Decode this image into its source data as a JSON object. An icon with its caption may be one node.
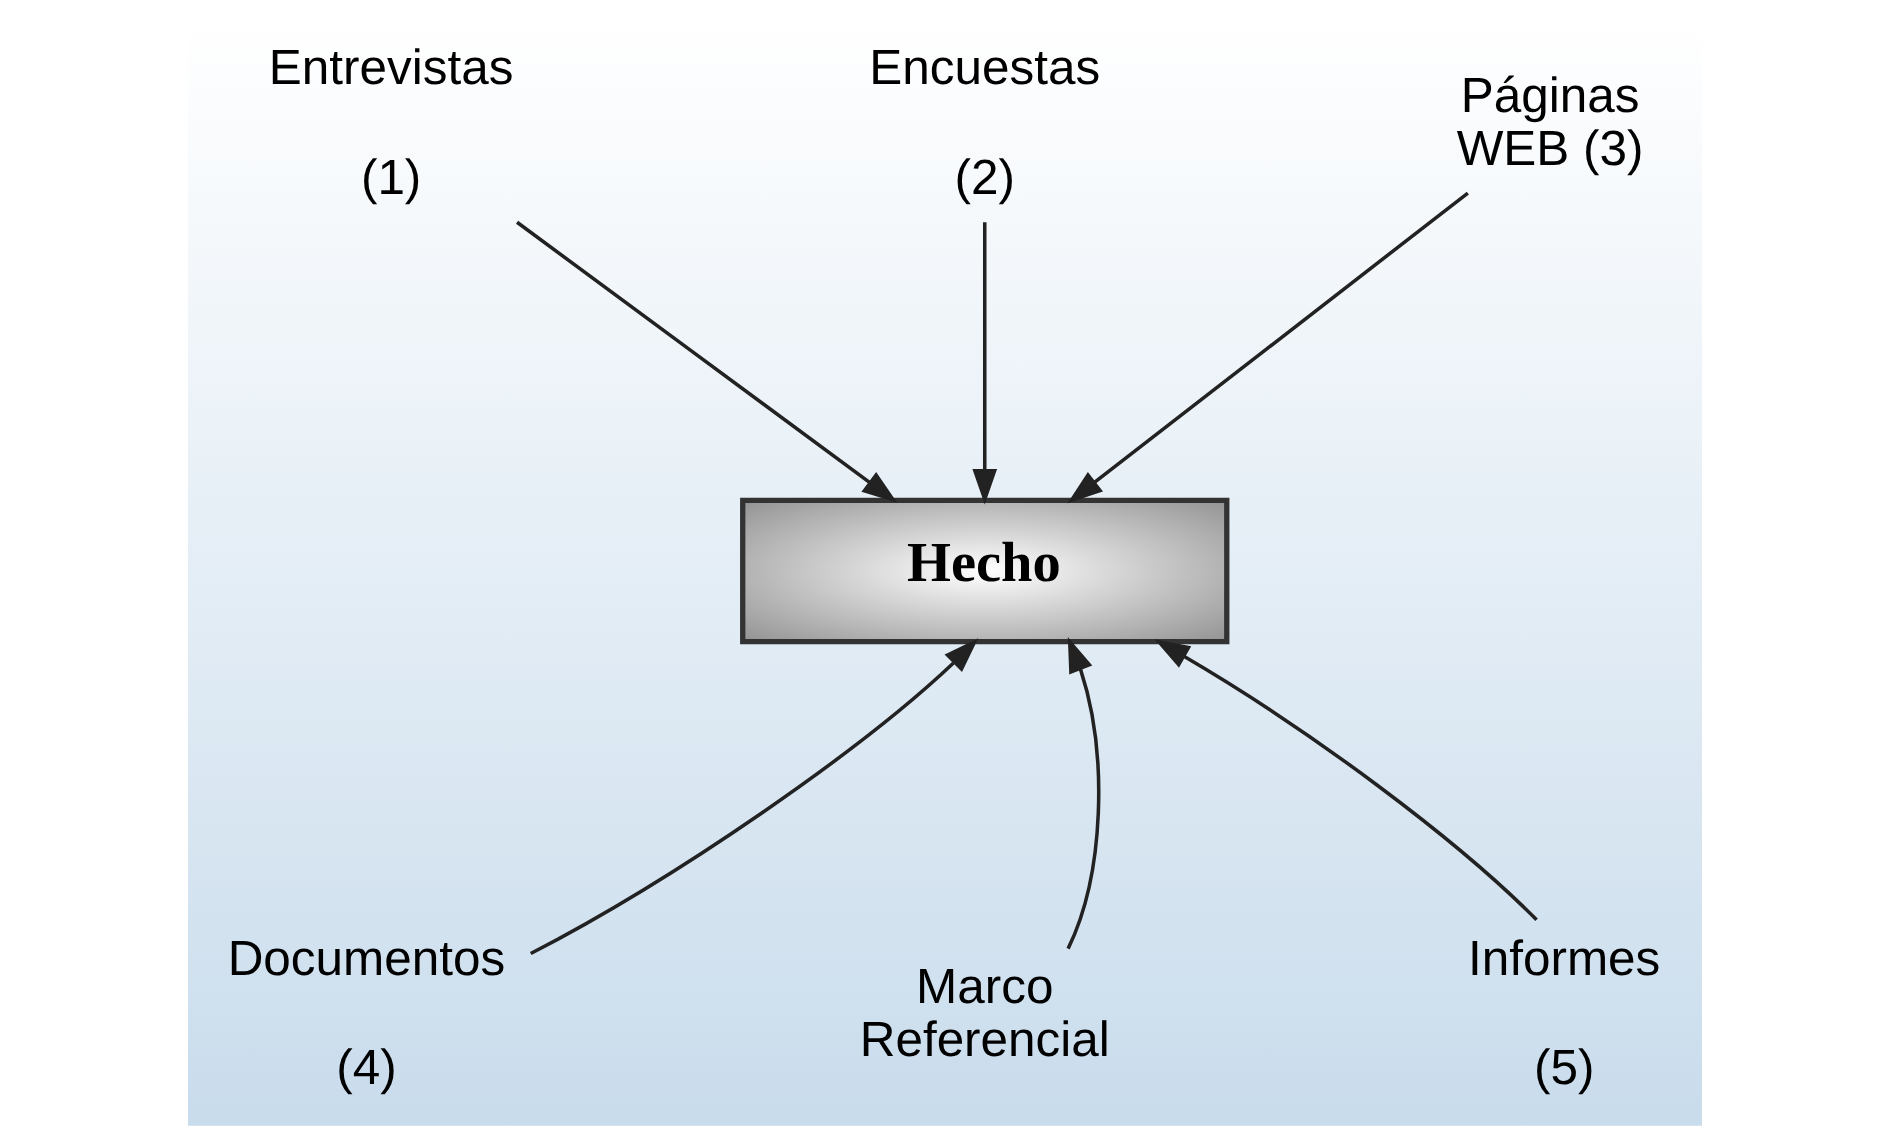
{
  "diagram": {
    "nodes": [
      {
        "text": [
          "Entrevistas",
          "(1)"
        ]
      },
      {
        "text": [
          "Encuestas",
          "(2)"
        ]
      },
      {
        "text": [
          "Páginas WEB (3)"
        ]
      },
      {
        "text": [
          "Hecho"
        ]
      },
      {
        "text": [
          "Documentos",
          "(4)"
        ]
      },
      {
        "text": [
          "Marco Referencial"
        ]
      },
      {
        "text": [
          "Informes",
          "(5)"
        ]
      }
    ],
    "edges": [
      {
        "from": 0,
        "to": 3,
        "arrow": "to"
      },
      {
        "from": 1,
        "to": 3,
        "arrow": "to"
      },
      {
        "from": 2,
        "to": 3,
        "arrow": "to"
      },
      {
        "from": 4,
        "to": 3,
        "arrow": "to"
      },
      {
        "from": 5,
        "to": 3,
        "arrow": "to"
      },
      {
        "from": 6,
        "to": 3,
        "arrow": "to"
      }
    ]
  }
}
